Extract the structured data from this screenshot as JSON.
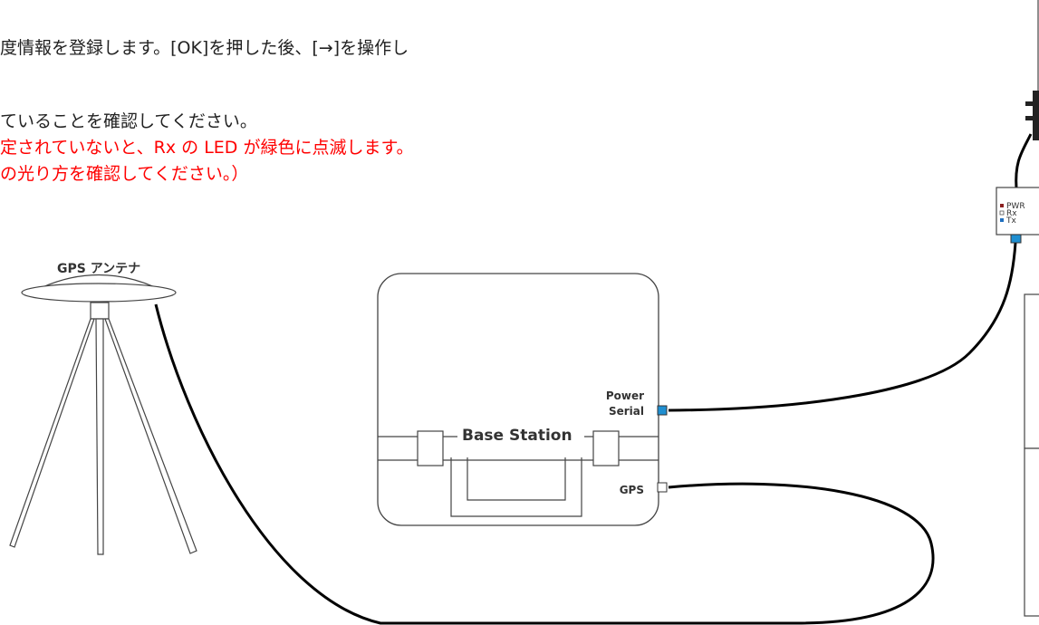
{
  "instructions": {
    "line1": "度情報を登録します。[OK]を押した後、[→]を操作し",
    "line2": "ていることを確認してください。",
    "line3": "定されていないと、Rx の LED が緑色に点滅します。",
    "line4": "の光り方を確認してください。）"
  },
  "diagram": {
    "gps_antenna_label": "GPS アンテナ",
    "base_station_label": "Base Station",
    "port_power_line1": "Power",
    "port_power_line2": "Serial",
    "port_gps": "GPS",
    "led_pwr": "PWR",
    "led_rx": "Rx",
    "led_tx": "Tx"
  },
  "colors": {
    "warning_text": "#ff0000",
    "port_blue": "#1f8fd1",
    "led_pwr": "#8b2020",
    "led_tx": "#1f6fbf"
  }
}
